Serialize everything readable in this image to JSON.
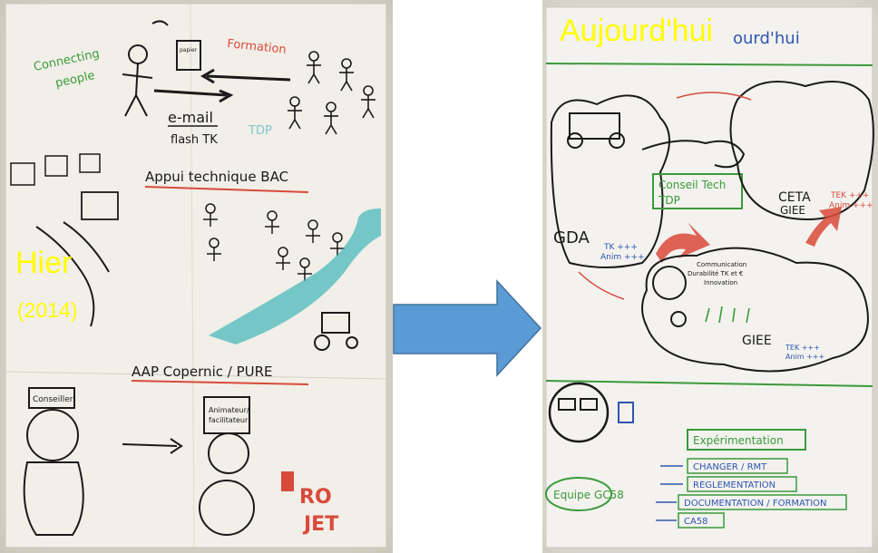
{
  "labels": {
    "yesterday": "Hier",
    "yesterday_year": "(2014)",
    "today": "Aujourd'hui"
  },
  "colors": {
    "overlay_text": "#ffff00",
    "arrow_fill": "#5b9bd5",
    "arrow_stroke": "#41719c",
    "marker_black": "#1a1a1a",
    "marker_green": "#3a9a3a",
    "marker_red": "#d94a3a",
    "marker_blue": "#2f56b0",
    "marker_teal": "#3fb6b8"
  }
}
